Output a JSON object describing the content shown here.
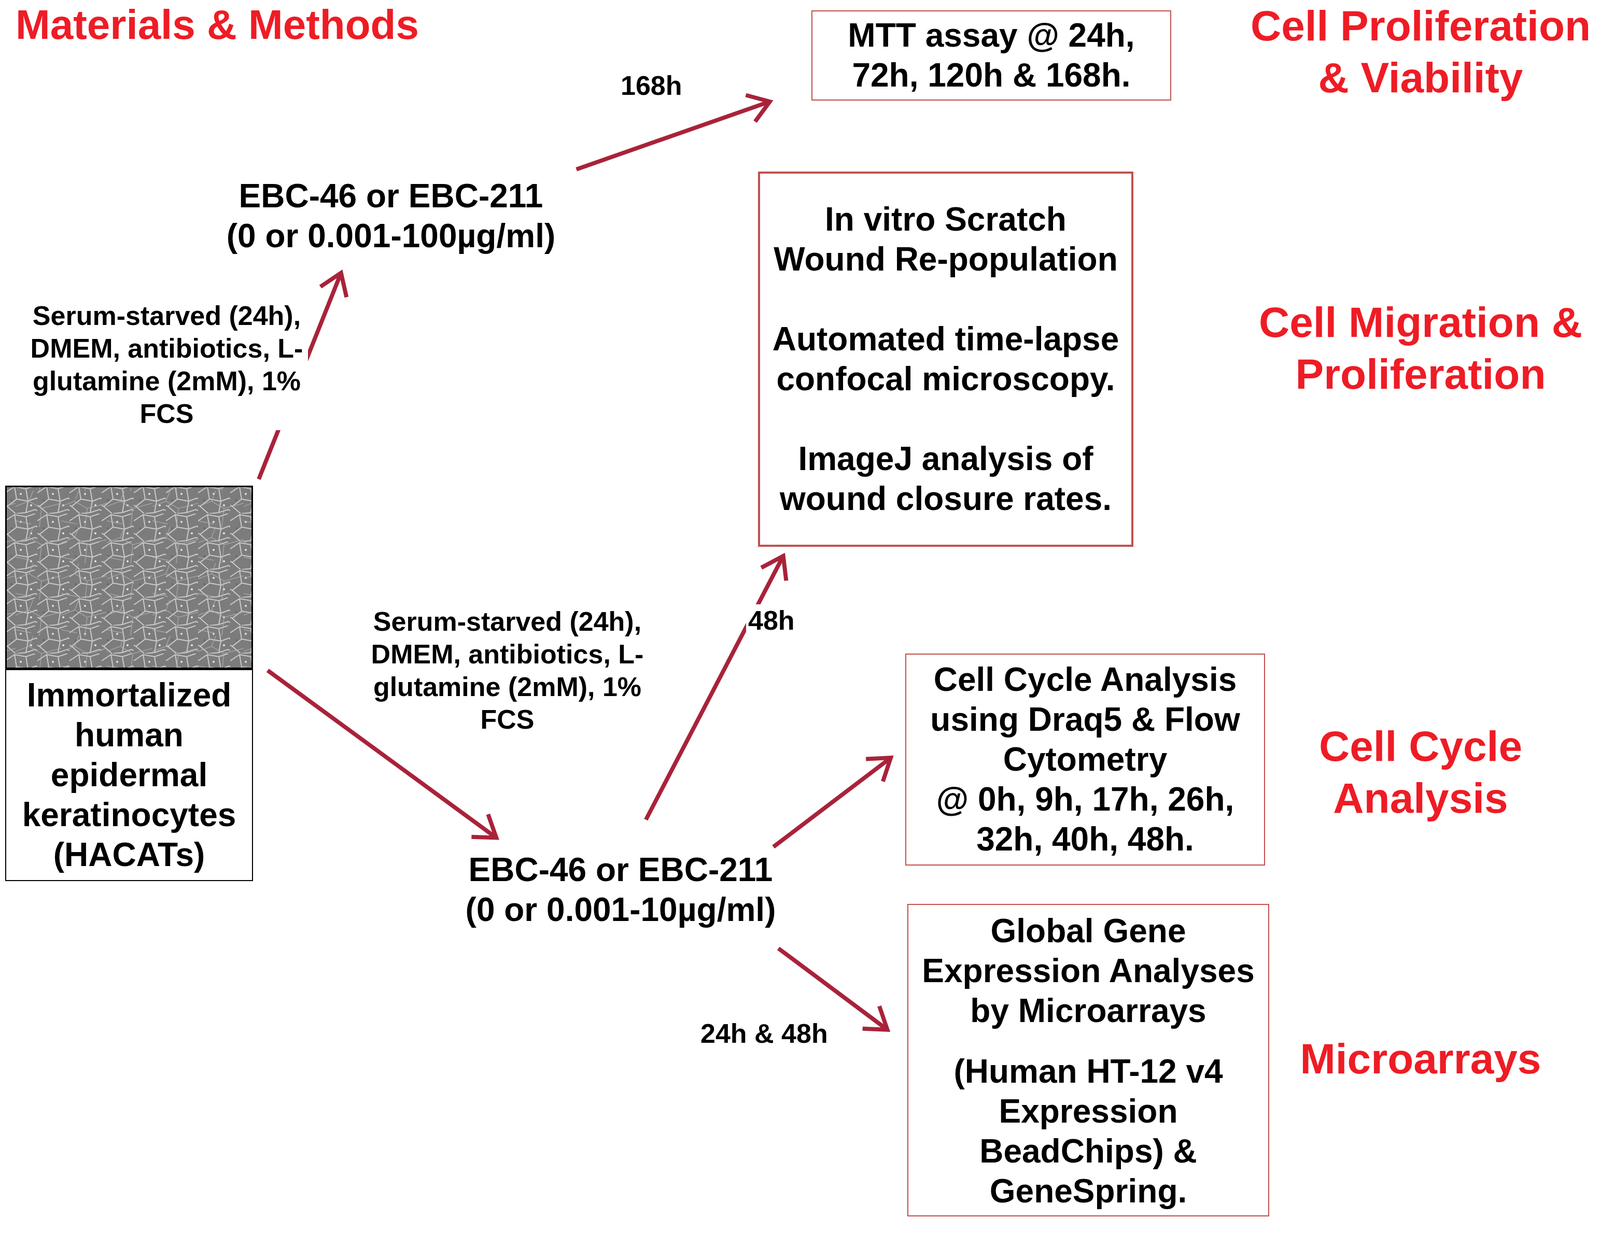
{
  "diagram": {
    "title": "Materials & Methods",
    "nodes": [
      {
        "text": [
          "Immortalized human epidermal keratinocytes (HACATs)"
        ]
      },
      {
        "text": [
          "EBC-46 or EBC-211 (0 or 0.001-100µg/ml)"
        ]
      },
      {
        "text": [
          "EBC-46 or EBC-211 (0 or 0.001-10µg/ml)"
        ]
      },
      {
        "text": [
          "MTT assay @ 24h, 72h, 120h & 168h."
        ]
      },
      {
        "text": [
          "In vitro Scratch Wound Re-population",
          "Automated time-lapse confocal microscopy.",
          "ImageJ analysis of wound closure rates."
        ]
      },
      {
        "text": [
          "Cell Cycle Analysis using Draq5 & Flow Cytometry",
          "@ 0h, 9h, 17h, 26h, 32h, 40h, 48h."
        ]
      },
      {
        "text": [
          "Global Gene Expression Analyses by Microarrays",
          "(Human HT-12 v4 Expression BeadChips) & GeneSpring."
        ]
      }
    ],
    "edges": [
      {
        "from": 0,
        "to": 1,
        "arrow": "to",
        "label": "Serum-starved (24h), DMEM, antibiotics, L-glutamine (2mM), 1% FCS"
      },
      {
        "from": 0,
        "to": 2,
        "arrow": "to",
        "label": "Serum-starved (24h), DMEM, antibiotics, L-glutamine (2mM), 1% FCS"
      },
      {
        "from": 1,
        "to": 3,
        "arrow": "to",
        "label": "168h"
      },
      {
        "from": 2,
        "to": 4,
        "arrow": "to",
        "label": "48h"
      },
      {
        "from": 2,
        "to": 5,
        "arrow": "to"
      },
      {
        "from": 2,
        "to": 6,
        "arrow": "to",
        "label": "24h & 48h"
      }
    ],
    "labels": [
      "Cell Proliferation & Viability",
      "Cell Migration & Proliferation",
      "Cell Cycle Analysis",
      "Microarrays"
    ]
  }
}
